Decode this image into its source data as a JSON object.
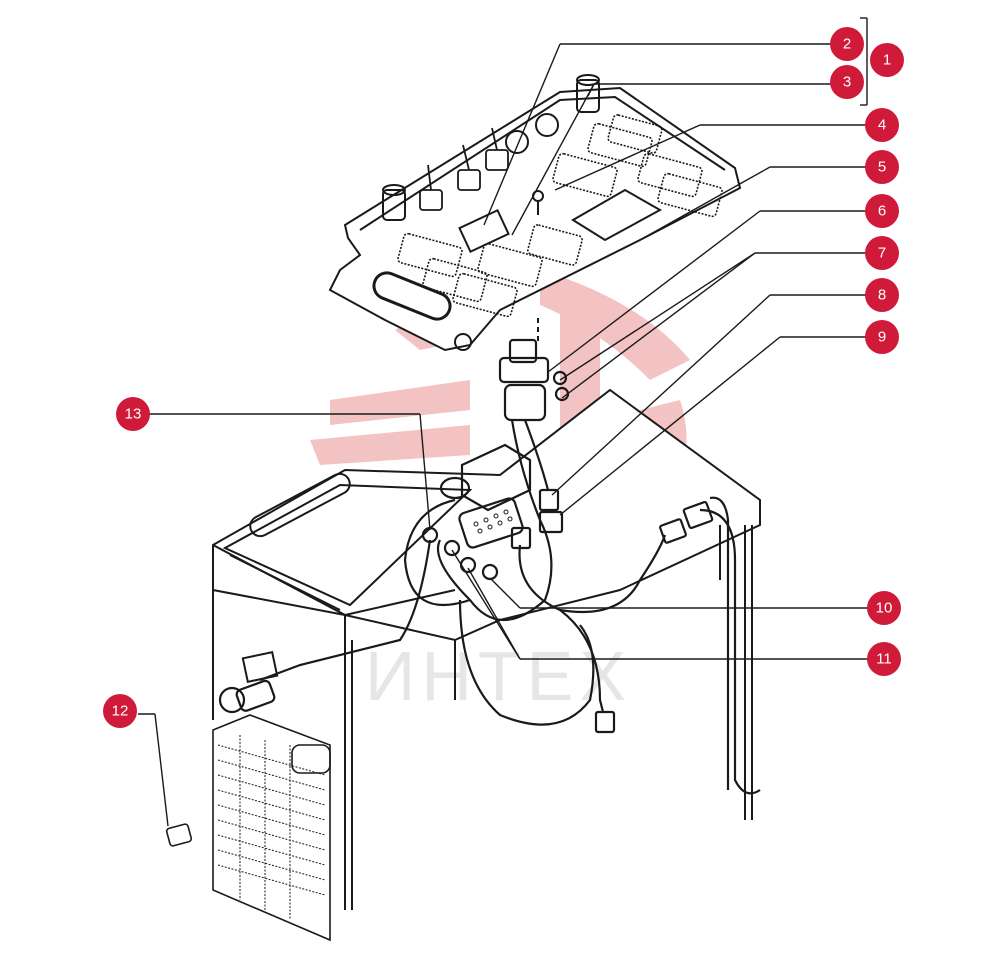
{
  "watermark": {
    "text": "ИНТЕХ",
    "color": "#f2b8b8"
  },
  "colors": {
    "callout": "#d01a3a",
    "line": "#1a1a1a"
  },
  "callouts": [
    {
      "id": "c1",
      "number": "1"
    },
    {
      "id": "c2",
      "number": "2"
    },
    {
      "id": "c3",
      "number": "3"
    },
    {
      "id": "c4",
      "number": "4"
    },
    {
      "id": "c5",
      "number": "5"
    },
    {
      "id": "c6",
      "number": "6"
    },
    {
      "id": "c7",
      "number": "7"
    },
    {
      "id": "c8",
      "number": "8"
    },
    {
      "id": "c9",
      "number": "9"
    },
    {
      "id": "c10",
      "number": "10"
    },
    {
      "id": "c11",
      "number": "11"
    },
    {
      "id": "c12",
      "number": "12"
    },
    {
      "id": "c13",
      "number": "13"
    }
  ]
}
